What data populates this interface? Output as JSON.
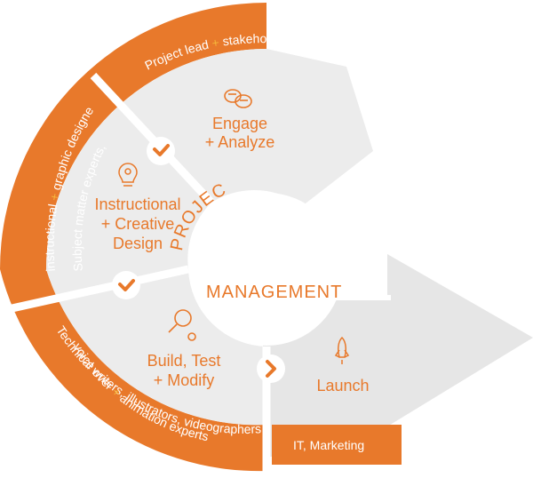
{
  "colors": {
    "accent": "#e8792b",
    "plus": "#f5b53a",
    "segment": "#ececec",
    "arrow": "#e6e6e6"
  },
  "ring": {
    "top": {
      "prefix": "Project lead",
      "plus": "+",
      "suffix": "stakeholders"
    },
    "left": {
      "line1": "Subject matter experts,",
      "line2_prefix": "instructional",
      "line2_plus": "+",
      "line2_suffix": "graphic designers"
    },
    "bottom": {
      "line1": "Technical writers, illustrators, videographers,",
      "line2_prefix": "voice over",
      "line2_plus": "+",
      "line2_suffix": "animation experts"
    },
    "right": {
      "text": "IT, Marketing"
    }
  },
  "center": {
    "arc_text": "PROJECT",
    "line_text": "MANAGEMENT"
  },
  "segments": [
    {
      "icon": "chat-bubbles-icon",
      "line1": "Engage",
      "line2": "+ Analyze"
    },
    {
      "icon": "lightbulb-gears-icon",
      "line1": "Instructional",
      "line2": "+ Creative",
      "line3": "Design"
    },
    {
      "icon": "magnifier-gear-icon",
      "line1": "Build, Test",
      "line2": "+ Modify"
    },
    {
      "icon": "rocket-icon",
      "line1": "Launch"
    }
  ],
  "connectors": [
    "check-icon",
    "check-icon",
    "chevron-right-icon"
  ]
}
